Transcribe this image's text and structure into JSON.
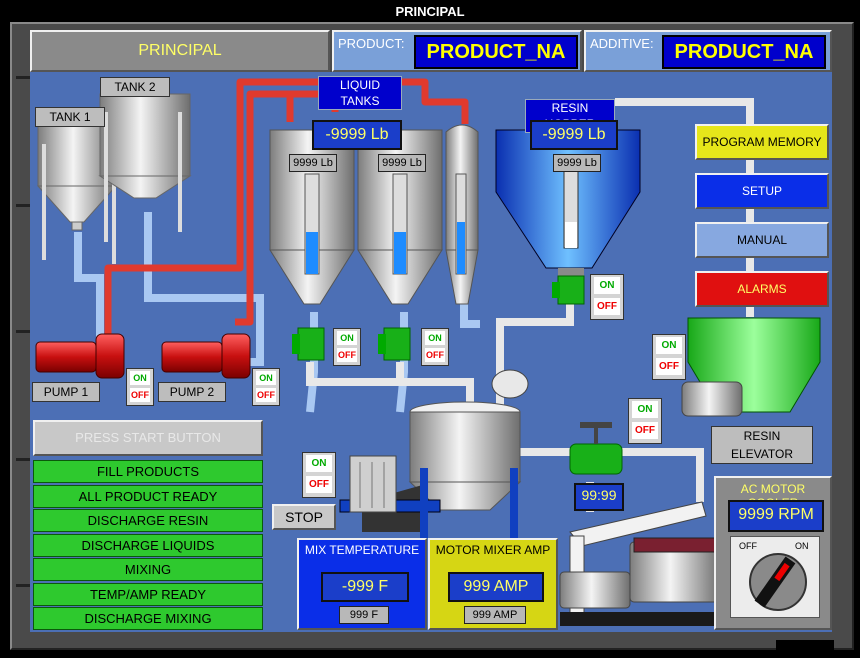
{
  "window": {
    "title": "PRINCIPAL"
  },
  "header": {
    "screen_name": "PRINCIPAL",
    "product_label": "PRODUCT:",
    "product_value": "PRODUCT_NA",
    "additive_label": "ADDITIVE:",
    "additive_value": "PRODUCT_NA"
  },
  "tanks": {
    "tank1": "TANK 1",
    "tank2": "TANK 2",
    "liquid_tanks_label": "LIQUID TANKS",
    "liquid_total": "-9999 Lb",
    "silo1_level": "9999 Lb",
    "silo2_level": "9999 Lb"
  },
  "resin": {
    "label": "RESIN HOPPER",
    "total": "-9999 Lb",
    "level": "9999 Lb"
  },
  "pumps": {
    "pump1": "PUMP 1",
    "pump2": "PUMP 2"
  },
  "switch": {
    "on": "ON",
    "off": "OFF"
  },
  "menu": {
    "program_memory": "PROGRAM MEMORY",
    "setup": "SETUP",
    "manual": "MANUAL",
    "alarms": "ALARMS"
  },
  "resin_elevator": "RESIN ELEVATOR",
  "valve_readout": "99:99",
  "start_button": "PRESS START BUTTON",
  "status_list": [
    "FILL PRODUCTS",
    "ALL PRODUCT READY",
    "DISCHARGE RESIN",
    "DISCHARGE LIQUIDS",
    "MIXING",
    "TEMP/AMP READY",
    "DISCHARGE MIXING"
  ],
  "stop_button": "STOP",
  "mix_temperature": {
    "label": "MIX TEMPERATURE",
    "value": "-999 F",
    "setpoint": "999 F"
  },
  "motor_amp": {
    "label": "MOTOR MIXER AMP",
    "value": "999 AMP",
    "setpoint": "999 AMP"
  },
  "cooler": {
    "label": "AC MOTOR COOLER",
    "value": "9999 RPM",
    "off": "OFF",
    "on": "ON"
  },
  "colors": {
    "screen_bg": "#4c6fb5",
    "status_green": "#2ec92e",
    "pipe_red": "#e03a2e",
    "alarm_red": "#e01010"
  }
}
